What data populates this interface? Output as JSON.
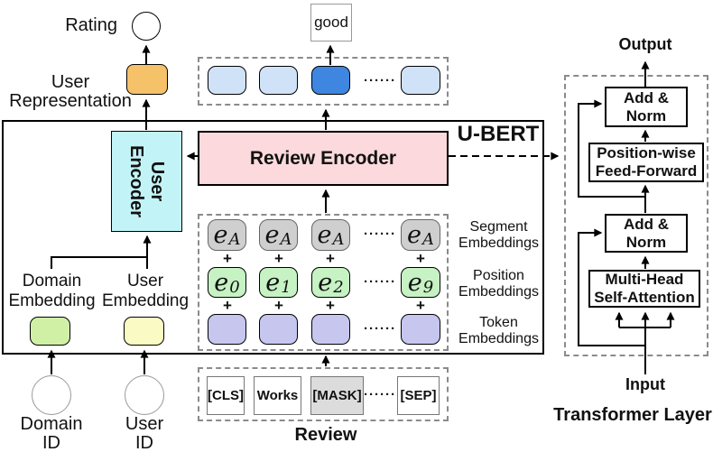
{
  "ubert_label": "U-BERT",
  "plus": "+",
  "dots": "······",
  "colors": {
    "orange": "#F5C169",
    "cyan": "#C2F3F6",
    "pink": "#FBD9DC",
    "light_blue": "#D0E2F7",
    "dark_blue": "#3E86DF",
    "segment_gray": "#CFCFCF",
    "position_green": "#C6F2C4",
    "token_purple": "#C6C6EF",
    "domain_green": "#D0F0A6",
    "user_yellow": "#FAFAC5",
    "mask_gray": "#DCDCDC",
    "white": "#FFFFFF"
  },
  "top": {
    "rating_label": "Rating",
    "good_label": "good",
    "user_representation": [
      "User",
      "Representation"
    ]
  },
  "user_encoder": [
    "User",
    "Encoder"
  ],
  "review_encoder_label": "Review Encoder",
  "embeddings": {
    "segment": {
      "label": [
        "Segment",
        "Embeddings"
      ],
      "items": [
        {
          "base": "e",
          "sub": "A"
        },
        {
          "base": "e",
          "sub": "A"
        },
        {
          "base": "e",
          "sub": "A"
        },
        {
          "base": "e",
          "sub": "A"
        }
      ]
    },
    "position": {
      "label": [
        "Position",
        "Embeddings"
      ],
      "items": [
        {
          "base": "e",
          "sub": "0"
        },
        {
          "base": "e",
          "sub": "1"
        },
        {
          "base": "e",
          "sub": "2"
        },
        {
          "base": "e",
          "sub": "9"
        }
      ]
    },
    "token": {
      "label": [
        "Token",
        "Embeddings"
      ]
    }
  },
  "inputs_left": {
    "domain_embedding": [
      "Domain",
      "Embedding"
    ],
    "user_embedding": [
      "User",
      "Embedding"
    ],
    "domain_id": [
      "Domain",
      "ID"
    ],
    "user_id": [
      "User",
      "ID"
    ]
  },
  "review": {
    "tokens": [
      "[CLS]",
      "Works",
      "[MASK]",
      "[SEP]"
    ],
    "label": "Review"
  },
  "transformer": {
    "output_label": "Output",
    "input_label": "Input",
    "layer_label": "Transformer Layer",
    "boxes": {
      "add_norm_top": [
        "Add &",
        "Norm"
      ],
      "ffn": [
        "Position-wise",
        "Feed-Forward"
      ],
      "add_norm_bottom": [
        "Add &",
        "Norm"
      ],
      "mhsa": [
        "Multi-Head",
        "Self-Attention"
      ]
    }
  }
}
